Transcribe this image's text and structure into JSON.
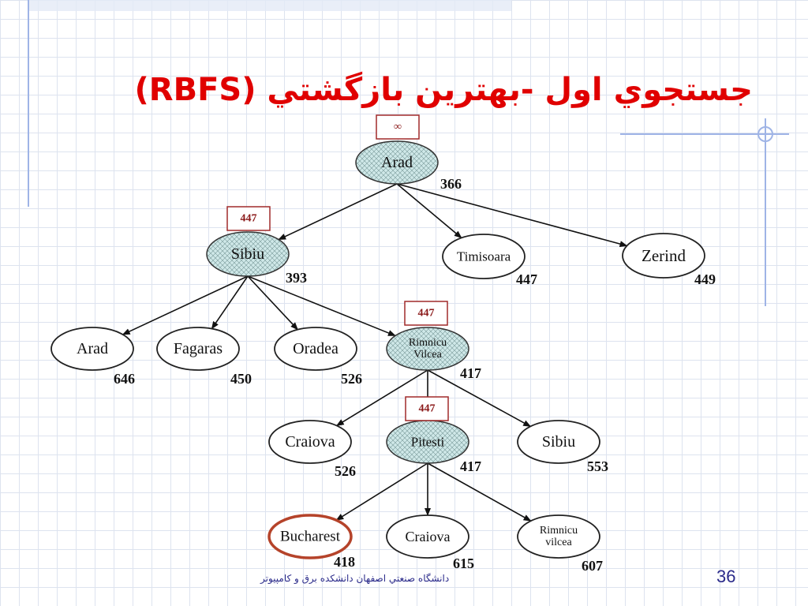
{
  "title": "جستجوي اول -بهترين بازگشتي (RBFS)",
  "footer": "دانشگاه صنعتي اصفهان دانشكده برق و كامپيوتر",
  "page_number": "36",
  "colors": {
    "title": "#e00000",
    "expanded_fill": "#cfe8e8",
    "goal_outline": "#b5432a",
    "bound_box": "#a02a2a",
    "grid": "#dde3ef",
    "accent_lines": "#9fb4e6"
  },
  "tree": {
    "nodes": [
      {
        "id": "arad-root",
        "lines": [
          "Arad"
        ],
        "value": "366",
        "bound": "∞",
        "style": "expanded"
      },
      {
        "id": "sibiu",
        "lines": [
          "Sibiu"
        ],
        "value": "393",
        "bound": "447",
        "style": "expanded"
      },
      {
        "id": "timisoara",
        "lines": [
          "Timisoara"
        ],
        "value": "447",
        "style": "plain"
      },
      {
        "id": "zerind",
        "lines": [
          "Zerind"
        ],
        "value": "449",
        "style": "plain"
      },
      {
        "id": "arad-2",
        "lines": [
          "Arad"
        ],
        "value": "646",
        "style": "plain"
      },
      {
        "id": "fagaras",
        "lines": [
          "Fagaras"
        ],
        "value": "450",
        "style": "plain"
      },
      {
        "id": "oradea",
        "lines": [
          "Oradea"
        ],
        "value": "526",
        "style": "plain"
      },
      {
        "id": "rimnicu-vilcea",
        "lines": [
          "Rimnicu",
          "Vilcea"
        ],
        "value": "417",
        "bound": "447",
        "style": "expanded"
      },
      {
        "id": "craiova-1",
        "lines": [
          "Craiova"
        ],
        "value": "526",
        "style": "plain"
      },
      {
        "id": "pitesti",
        "lines": [
          "Pitesti"
        ],
        "value": "417",
        "bound": "447",
        "style": "expanded"
      },
      {
        "id": "sibiu-2",
        "lines": [
          "Sibiu"
        ],
        "value": "553",
        "style": "plain"
      },
      {
        "id": "bucharest",
        "lines": [
          "Bucharest"
        ],
        "value": "418",
        "style": "goal"
      },
      {
        "id": "craiova-2",
        "lines": [
          "Craiova"
        ],
        "value": "615",
        "style": "plain"
      },
      {
        "id": "rimnicu-vilcea-2",
        "lines": [
          "Rimnicu",
          "vilcea"
        ],
        "value": "607",
        "style": "plain"
      }
    ],
    "edges": [
      [
        "arad-root",
        "sibiu"
      ],
      [
        "arad-root",
        "timisoara"
      ],
      [
        "arad-root",
        "zerind"
      ],
      [
        "sibiu",
        "arad-2"
      ],
      [
        "sibiu",
        "fagaras"
      ],
      [
        "sibiu",
        "oradea"
      ],
      [
        "sibiu",
        "rimnicu-vilcea"
      ],
      [
        "rimnicu-vilcea",
        "craiova-1"
      ],
      [
        "rimnicu-vilcea",
        "pitesti"
      ],
      [
        "rimnicu-vilcea",
        "sibiu-2"
      ],
      [
        "pitesti",
        "bucharest"
      ],
      [
        "pitesti",
        "craiova-2"
      ],
      [
        "pitesti",
        "rimnicu-vilcea-2"
      ]
    ]
  }
}
